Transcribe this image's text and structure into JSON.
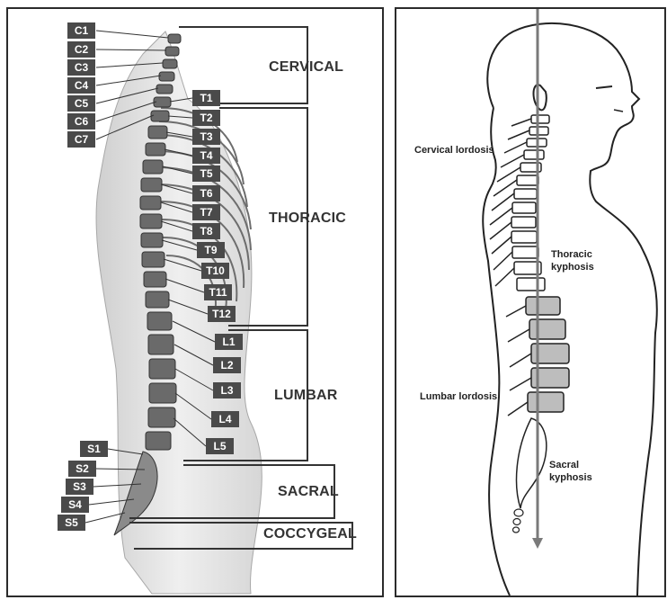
{
  "left_panel": {
    "cervical_labels": [
      "C1",
      "C2",
      "C3",
      "C4",
      "C5",
      "C6",
      "C7"
    ],
    "thoracic_labels": [
      "T1",
      "T2",
      "T3",
      "T4",
      "T5",
      "T6",
      "T7",
      "T8",
      "T9",
      "T10",
      "T11",
      "T12"
    ],
    "lumbar_labels": [
      "L1",
      "L2",
      "L3",
      "L4",
      "L5"
    ],
    "sacral_labels": [
      "S1",
      "S2",
      "S3",
      "S4",
      "S5"
    ],
    "regions": {
      "cervical": "CERVICAL",
      "thoracic": "THORACIC",
      "lumbar": "LUMBAR",
      "sacral": "SACRAL",
      "coccygeal": "COCCYGEAL"
    }
  },
  "right_panel": {
    "cervical_lordosis": "Cervical lordosis",
    "thoracic_kyphosis_1": "Thoracic",
    "thoracic_kyphosis_2": "kyphosis",
    "lumbar_lordosis": "Lumbar lordosis",
    "sacral_kyphosis_1": "Sacral",
    "sacral_kyphosis_2": "kyphosis"
  },
  "colors": {
    "label_bg": "#4a4a4a",
    "bracket": "#333333",
    "arrow": "#7a7a7a",
    "vertebra_fill": "#bdbdbd"
  }
}
